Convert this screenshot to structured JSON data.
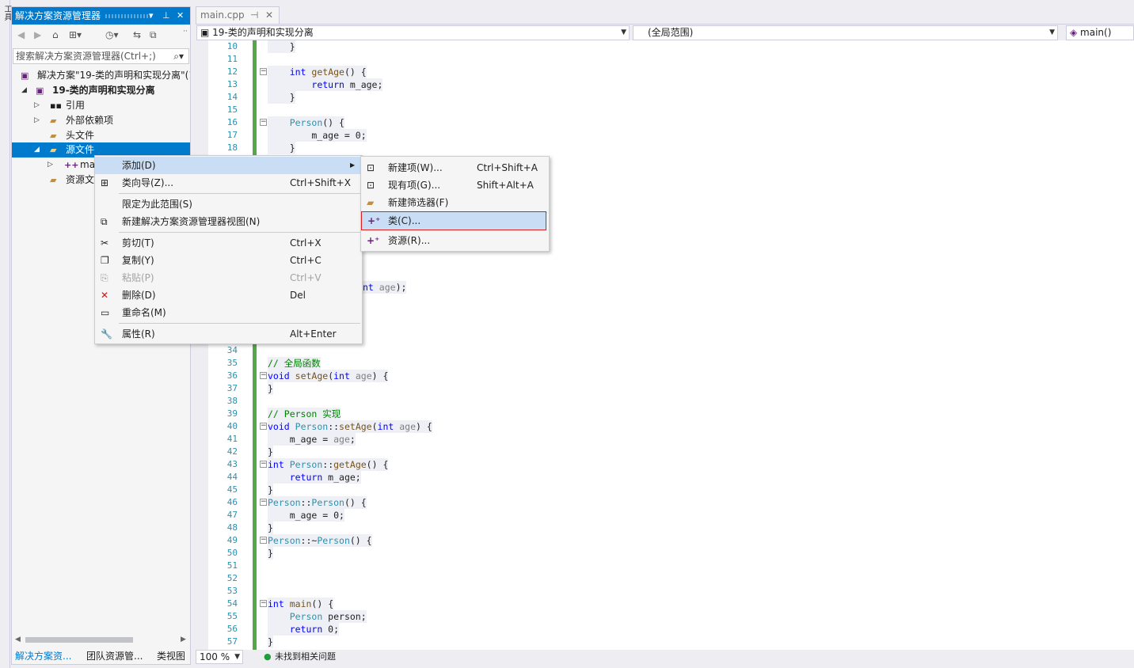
{
  "vertical_strip": {
    "label": "工具"
  },
  "solution_explorer": {
    "title": "解决方案资源管理器",
    "title_controls": [
      "▾",
      "⊥",
      "✕"
    ],
    "search_placeholder": "搜索解决方案资源管理器(Ctrl+;)",
    "tree": [
      {
        "label": "解决方案\"19-类的声明和实现分离\"(1",
        "icon": "solution-icon"
      },
      {
        "label": "19-类的声明和实现分离",
        "icon": "project-icon"
      },
      {
        "label": "引用",
        "icon": "references-icon"
      },
      {
        "label": "外部依赖项",
        "icon": "folder-icon"
      },
      {
        "label": "头文件",
        "icon": "folder-icon"
      },
      {
        "label": "源文件",
        "icon": "folder-icon"
      },
      {
        "label": "ma",
        "icon": "cpp-file-icon"
      },
      {
        "label": "资源文",
        "icon": "folder-icon"
      }
    ],
    "bottom_tabs": [
      "解决方案资...",
      "团队资源管...",
      "类视图"
    ]
  },
  "editor": {
    "tab_label": "main.cpp",
    "nav_project": "19-类的声明和实现分离",
    "nav_scope": "(全局范围)",
    "nav_member": "main()",
    "lines": [
      {
        "n": "10",
        "t": "    }"
      },
      {
        "n": "11",
        "t": ""
      },
      {
        "n": "12",
        "t": "    int getAge() {"
      },
      {
        "n": "13",
        "t": "        return m_age;"
      },
      {
        "n": "14",
        "t": "    }"
      },
      {
        "n": "15",
        "t": ""
      },
      {
        "n": "16",
        "t": "    Person() {"
      },
      {
        "n": "17",
        "t": "        m_age = 0;"
      },
      {
        "n": "18",
        "t": "    }"
      },
      {
        "n": "34",
        "t": ""
      },
      {
        "n": "35",
        "t": "// 全局函数"
      },
      {
        "n": "36",
        "t": "void setAge(int age) {"
      },
      {
        "n": "37",
        "t": "}"
      },
      {
        "n": "38",
        "t": ""
      },
      {
        "n": "39",
        "t": "// Person 实现"
      },
      {
        "n": "40",
        "t": "void Person::setAge(int age) {"
      },
      {
        "n": "41",
        "t": "    m_age = age;"
      },
      {
        "n": "42",
        "t": "}"
      },
      {
        "n": "43",
        "t": "int Person::getAge() {"
      },
      {
        "n": "44",
        "t": "    return m_age;"
      },
      {
        "n": "45",
        "t": "}"
      },
      {
        "n": "46",
        "t": "Person::Person() {"
      },
      {
        "n": "47",
        "t": "    m_age = 0;"
      },
      {
        "n": "48",
        "t": "}"
      },
      {
        "n": "49",
        "t": "Person::~Person() {"
      },
      {
        "n": "50",
        "t": "}"
      },
      {
        "n": "51",
        "t": ""
      },
      {
        "n": "52",
        "t": ""
      },
      {
        "n": "53",
        "t": ""
      },
      {
        "n": "54",
        "t": "int main() {"
      },
      {
        "n": "55",
        "t": "    Person person;"
      },
      {
        "n": "56",
        "t": "    return 0;"
      },
      {
        "n": "57",
        "t": "}"
      }
    ],
    "partial_fragment": "nt age);",
    "zoom": "100 %",
    "status_text": "未找到相关问题"
  },
  "context_menu": {
    "items": [
      {
        "label": "添加(D)",
        "shortcut": "",
        "icon": "",
        "submenu": true
      },
      {
        "label": "类向导(Z)...",
        "shortcut": "Ctrl+Shift+X",
        "icon": "class-wizard-icon"
      },
      {
        "label": "限定为此范围(S)",
        "shortcut": "",
        "icon": ""
      },
      {
        "label": "新建解决方案资源管理器视图(N)",
        "shortcut": "",
        "icon": "new-view-icon"
      },
      {
        "label": "剪切(T)",
        "shortcut": "Ctrl+X",
        "icon": "cut-icon"
      },
      {
        "label": "复制(Y)",
        "shortcut": "Ctrl+C",
        "icon": "copy-icon"
      },
      {
        "label": "粘贴(P)",
        "shortcut": "Ctrl+V",
        "icon": "paste-icon",
        "disabled": true
      },
      {
        "label": "删除(D)",
        "shortcut": "Del",
        "icon": "delete-icon"
      },
      {
        "label": "重命名(M)",
        "shortcut": "",
        "icon": "rename-icon"
      },
      {
        "label": "属性(R)",
        "shortcut": "Alt+Enter",
        "icon": "properties-icon"
      }
    ]
  },
  "add_submenu": {
    "items": [
      {
        "label": "新建项(W)...",
        "shortcut": "Ctrl+Shift+A",
        "icon": "new-item-icon"
      },
      {
        "label": "现有项(G)...",
        "shortcut": "Shift+Alt+A",
        "icon": "existing-item-icon"
      },
      {
        "label": "新建筛选器(F)",
        "shortcut": "",
        "icon": "new-filter-icon"
      },
      {
        "label": "类(C)...",
        "shortcut": "",
        "icon": "class-icon"
      },
      {
        "label": "资源(R)...",
        "shortcut": "",
        "icon": "resource-icon"
      }
    ]
  },
  "colors": {
    "accent": "#007acc",
    "selection": "#c9def5",
    "highlight_border": "#e02020",
    "change_bar": "#57a64a",
    "line_number": "#2b91af",
    "keyword": "#0000ff"
  }
}
